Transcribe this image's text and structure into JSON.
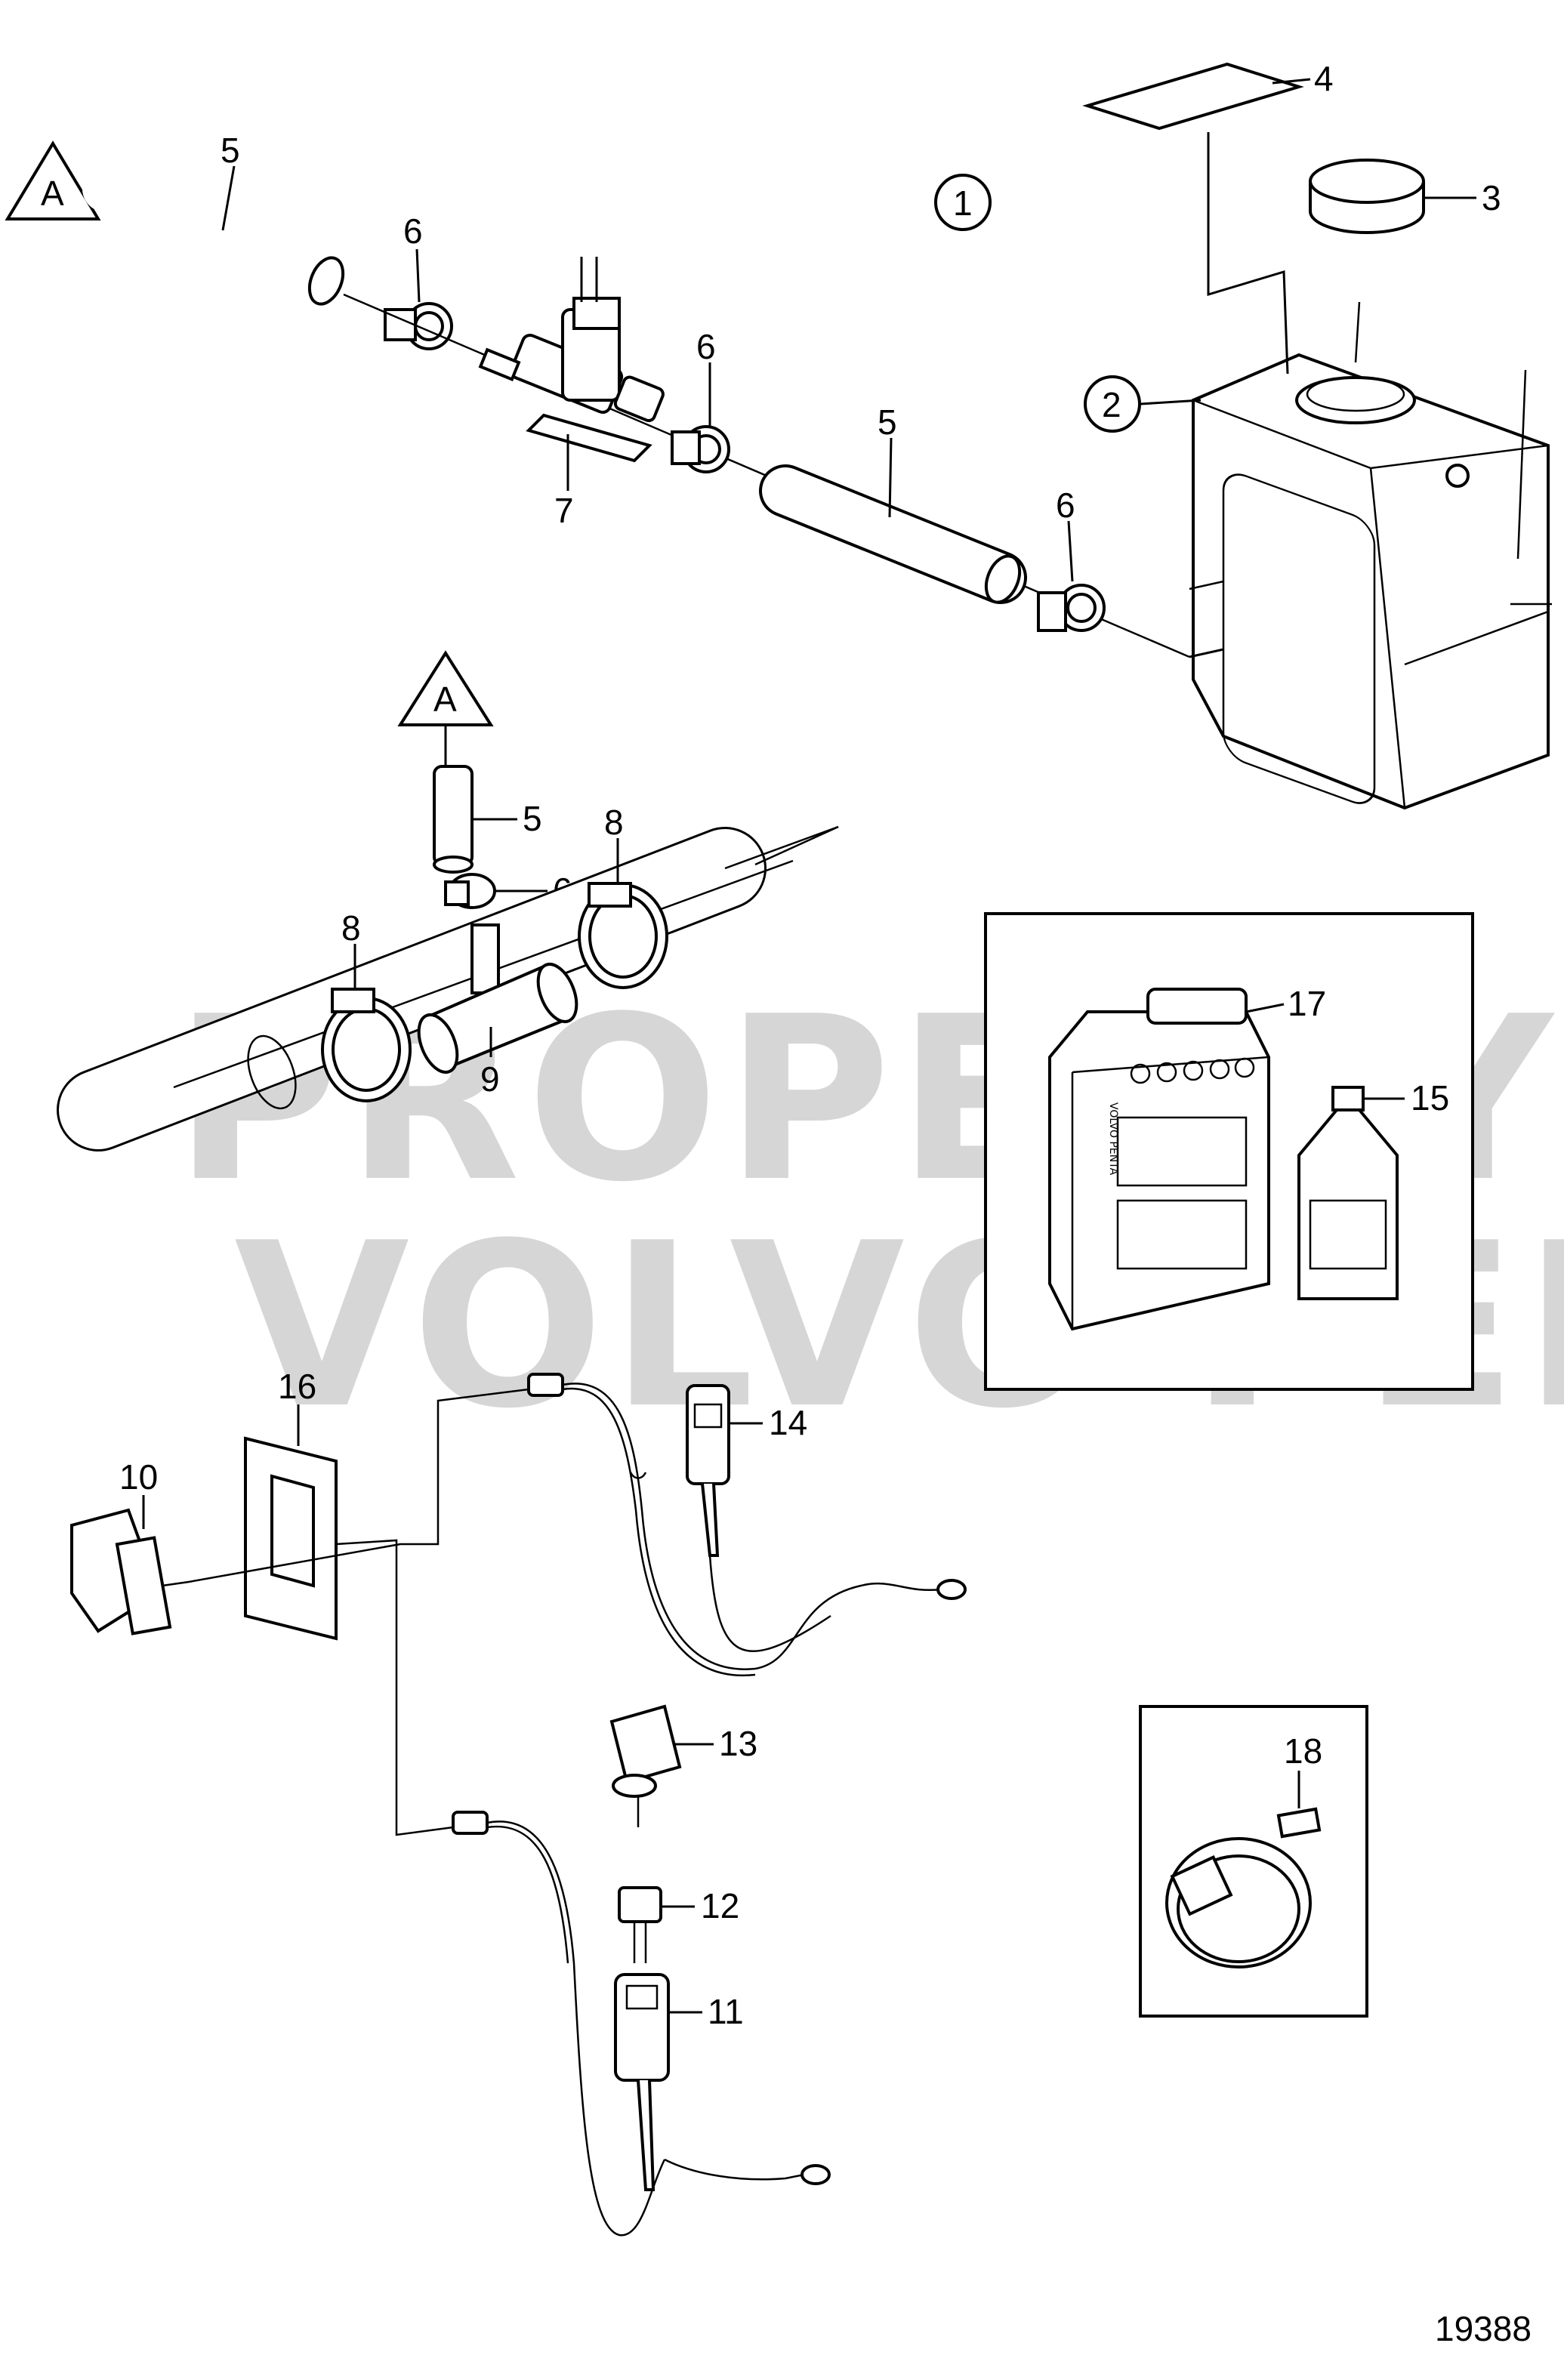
{
  "reference_callouts": {
    "a1": "A",
    "a2": "A"
  },
  "circled_callouts": {
    "c1": "1",
    "c2": "2"
  },
  "part_labels": {
    "p3": "3",
    "p4": "4",
    "p5a": "5",
    "p5b": "5",
    "p5c": "5",
    "p6a": "6",
    "p6b": "6",
    "p6c": "6",
    "p6d": "6",
    "p7": "7",
    "p8a": "8",
    "p8b": "8",
    "p9": "9",
    "p10": "10",
    "p11": "11",
    "p12": "12",
    "p13": "13",
    "p14": "14",
    "p15": "15",
    "p16": "16",
    "p17": "17",
    "p18": "18"
  },
  "watermark": {
    "line1": "PROPERTY OF",
    "line2": "VOLVO PENTA"
  },
  "product_marks": {
    "brand": "VOLVO PENTA"
  },
  "drawing_number": "19388"
}
